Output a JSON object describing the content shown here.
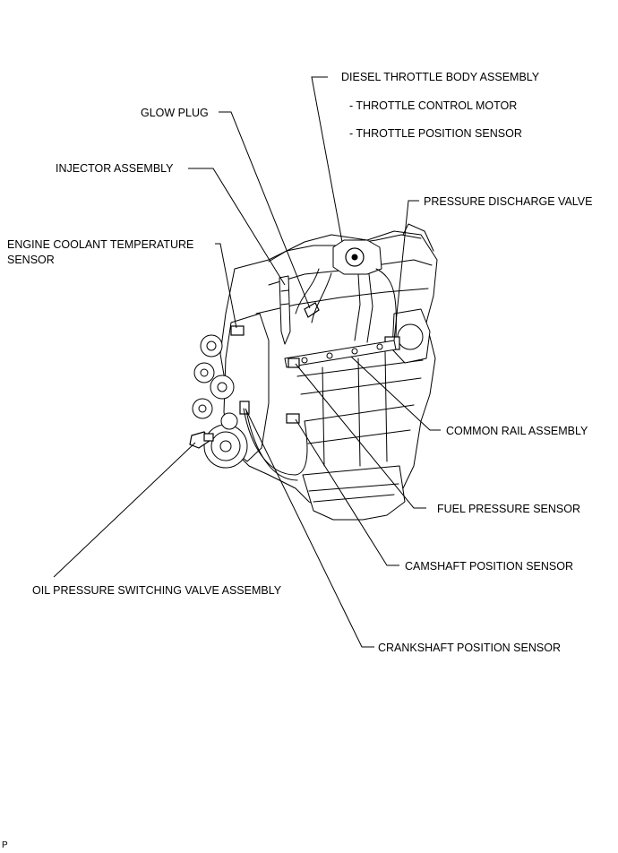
{
  "labels": {
    "diesel_throttle_body": "DIESEL THROTTLE BODY ASSEMBLY",
    "throttle_control_motor": "- THROTTLE CONTROL MOTOR",
    "throttle_position_sensor": "- THROTTLE POSITION SENSOR",
    "glow_plug": "GLOW PLUG",
    "injector_assembly": "INJECTOR ASSEMBLY",
    "pressure_discharge_valve": "PRESSURE DISCHARGE VALVE",
    "engine_coolant_temp_line1": "ENGINE COOLANT TEMPERATURE",
    "engine_coolant_temp_line2": "SENSOR",
    "common_rail_assembly": "COMMON RAIL ASSEMBLY",
    "fuel_pressure_sensor": "FUEL PRESSURE SENSOR",
    "camshaft_position_sensor": "CAMSHAFT POSITION SENSOR",
    "oil_pressure_switching_valve": "OIL PRESSURE SWITCHING VALVE ASSEMBLY",
    "crankshaft_position_sensor": "CRANKSHAFT POSITION SENSOR"
  },
  "footer": {
    "code": "P"
  }
}
